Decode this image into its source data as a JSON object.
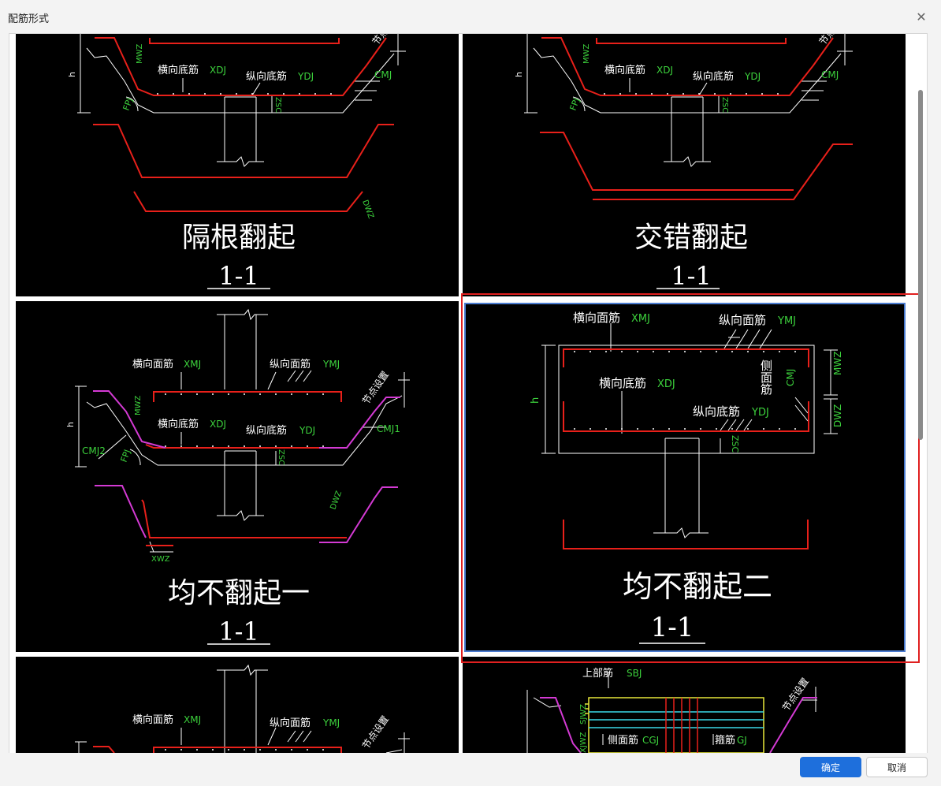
{
  "window": {
    "title": "配筋形式"
  },
  "labels": {
    "xdj": "横向底筋",
    "xdj_code": "XDJ",
    "ydj": "纵向底筋",
    "ydj_code": "YDJ",
    "xmj": "横向面筋",
    "xmj_code": "XMJ",
    "ymj": "纵向面筋",
    "ymj_code": "YMJ",
    "cmj": "侧面筋",
    "cmj_code": "CMJ",
    "cmj1": "CMJ1",
    "cmj2": "CMJ2",
    "node": "节点设置",
    "mwz": "MWZ",
    "dwz": "DWZ",
    "zsc": "ZSC",
    "fpj": "FPJ",
    "xwz": "XWZ",
    "sjwz": "SJWZ",
    "xjwz": "XJWZ",
    "h": "h",
    "sbj": "上部筋",
    "sbj_code": "SBJ",
    "cgj": "侧面筋",
    "cgj_code": "CGJ",
    "gj": "箍筋",
    "gj_code": "GJ",
    "section": "1-1"
  },
  "options": [
    {
      "title": "隔根翻起"
    },
    {
      "title": "交错翻起"
    },
    {
      "title": "均不翻起一"
    },
    {
      "title": "均不翻起二",
      "selected": true
    },
    {
      "title": ""
    },
    {
      "title": ""
    }
  ],
  "buttons": {
    "ok": "确定",
    "cancel": "取消"
  },
  "colors": {
    "cad_bg": "#000000",
    "rebar_red": "#e8201a",
    "annot_green": "#3cd13c",
    "magenta": "#d43ad4",
    "yellow": "#e8e83a",
    "cyan": "#3ad8e8",
    "selection_red": "#e02020",
    "primary_blue": "#1e6fdc"
  }
}
